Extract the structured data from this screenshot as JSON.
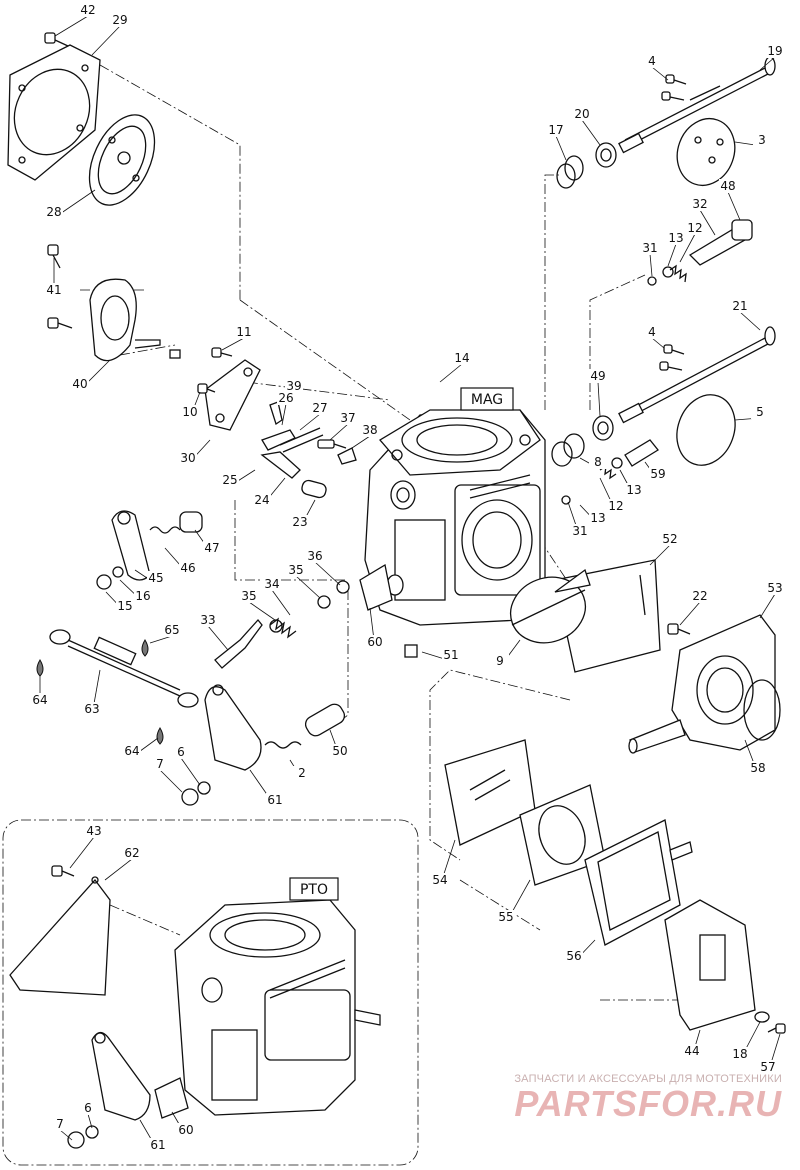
{
  "diagram": {
    "box_labels": {
      "mag": "MAG",
      "pto": "PTO"
    },
    "callouts": [
      {
        "id": "c42",
        "text": "42"
      },
      {
        "id": "c29",
        "text": "29"
      },
      {
        "id": "c19",
        "text": "19"
      },
      {
        "id": "c4a",
        "text": "4"
      },
      {
        "id": "c20",
        "text": "20"
      },
      {
        "id": "c17",
        "text": "17"
      },
      {
        "id": "c3",
        "text": "3"
      },
      {
        "id": "c48",
        "text": "48"
      },
      {
        "id": "c32",
        "text": "32"
      },
      {
        "id": "c12a",
        "text": "12"
      },
      {
        "id": "c13a",
        "text": "13"
      },
      {
        "id": "c31a",
        "text": "31"
      },
      {
        "id": "c28",
        "text": "28"
      },
      {
        "id": "c41",
        "text": "41"
      },
      {
        "id": "c21",
        "text": "21"
      },
      {
        "id": "c4b",
        "text": "4"
      },
      {
        "id": "c11",
        "text": "11"
      },
      {
        "id": "c40",
        "text": "40"
      },
      {
        "id": "c14",
        "text": "14"
      },
      {
        "id": "c49",
        "text": "49"
      },
      {
        "id": "c39",
        "text": "39"
      },
      {
        "id": "c26",
        "text": "26"
      },
      {
        "id": "c10",
        "text": "10"
      },
      {
        "id": "c27",
        "text": "27"
      },
      {
        "id": "c37",
        "text": "37"
      },
      {
        "id": "c38",
        "text": "38"
      },
      {
        "id": "c5",
        "text": "5"
      },
      {
        "id": "c30",
        "text": "30"
      },
      {
        "id": "c8",
        "text": "8"
      },
      {
        "id": "c25",
        "text": "25"
      },
      {
        "id": "c59",
        "text": "59"
      },
      {
        "id": "c24",
        "text": "24"
      },
      {
        "id": "c13b",
        "text": "13"
      },
      {
        "id": "c12b",
        "text": "12"
      },
      {
        "id": "c23",
        "text": "23"
      },
      {
        "id": "c13c",
        "text": "13"
      },
      {
        "id": "c31b",
        "text": "31"
      },
      {
        "id": "c47",
        "text": "47"
      },
      {
        "id": "c46",
        "text": "46"
      },
      {
        "id": "c45",
        "text": "45"
      },
      {
        "id": "c36",
        "text": "36"
      },
      {
        "id": "c52",
        "text": "52"
      },
      {
        "id": "c35a",
        "text": "35"
      },
      {
        "id": "c34",
        "text": "34"
      },
      {
        "id": "c15",
        "text": "15"
      },
      {
        "id": "c16",
        "text": "16"
      },
      {
        "id": "c35b",
        "text": "35"
      },
      {
        "id": "c22",
        "text": "22"
      },
      {
        "id": "c53",
        "text": "53"
      },
      {
        "id": "c33",
        "text": "33"
      },
      {
        "id": "c60a",
        "text": "60"
      },
      {
        "id": "c65",
        "text": "65"
      },
      {
        "id": "c51",
        "text": "51"
      },
      {
        "id": "c9",
        "text": "9"
      },
      {
        "id": "c64a",
        "text": "64"
      },
      {
        "id": "c63",
        "text": "63"
      },
      {
        "id": "c64b",
        "text": "64"
      },
      {
        "id": "c6a",
        "text": "6"
      },
      {
        "id": "c50",
        "text": "50"
      },
      {
        "id": "c58",
        "text": "58"
      },
      {
        "id": "c7a",
        "text": "7"
      },
      {
        "id": "c2",
        "text": "2"
      },
      {
        "id": "c61a",
        "text": "61"
      },
      {
        "id": "c43",
        "text": "43"
      },
      {
        "id": "c62",
        "text": "62"
      },
      {
        "id": "c54",
        "text": "54"
      },
      {
        "id": "c55",
        "text": "55"
      },
      {
        "id": "c56",
        "text": "56"
      },
      {
        "id": "c44",
        "text": "44"
      },
      {
        "id": "c18",
        "text": "18"
      },
      {
        "id": "c57",
        "text": "57"
      },
      {
        "id": "c7b",
        "text": "7"
      },
      {
        "id": "c6b",
        "text": "6"
      },
      {
        "id": "c61b",
        "text": "61"
      },
      {
        "id": "c60b",
        "text": "60"
      }
    ]
  },
  "watermark": {
    "caption": "ЗАПЧАСТИ И АКСЕССУАРЫ ДЛЯ МОТОТЕХНИКИ",
    "logo_text": "PARTSFOR.RU"
  }
}
